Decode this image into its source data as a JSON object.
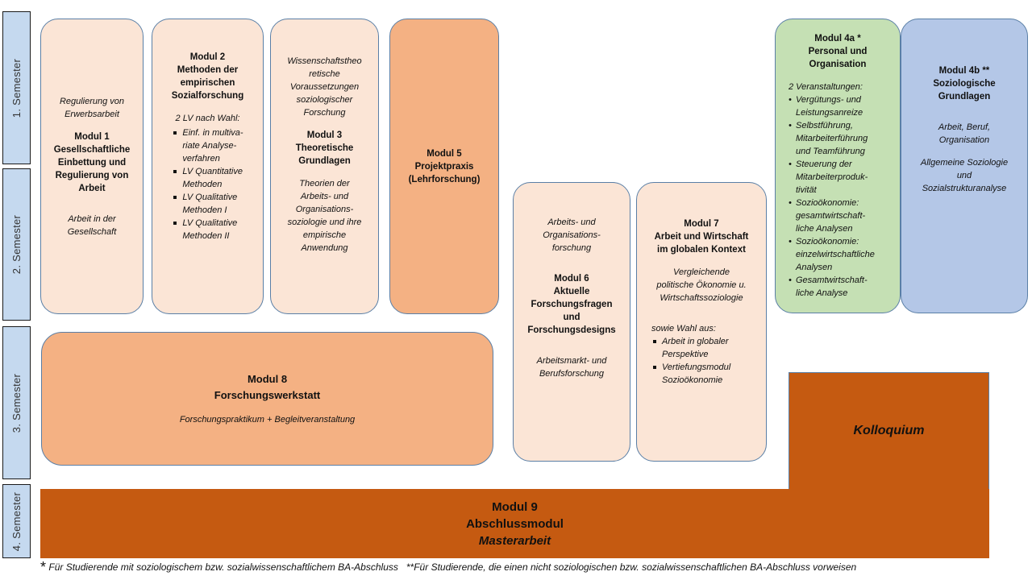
{
  "semesters": [
    {
      "label": "1. Semester"
    },
    {
      "label": "2. Semester"
    },
    {
      "label": "3. Semester"
    },
    {
      "label": "4. Semester"
    }
  ],
  "modul1": {
    "top_text": [
      "Regulierung von",
      "Erwerbsarbeit"
    ],
    "title": [
      "Modul 1",
      "Gesellschaftliche",
      "Einbettung und",
      "Regulierung von",
      "Arbeit"
    ],
    "bottom_text": [
      "Arbeit in der",
      "Gesellschaft"
    ]
  },
  "modul2": {
    "title": [
      "Modul 2",
      "Methoden der",
      "empirischen",
      "Sozialforschung"
    ],
    "choice_label": "2 LV nach Wahl:",
    "items": [
      [
        "Einf. in multiva-",
        "riate Analyse-",
        "verfahren"
      ],
      [
        "LV Quantitative",
        "Methoden"
      ],
      [
        "LV Qualitative",
        "Methoden I"
      ],
      [
        "LV Qualitative",
        "Methoden II"
      ]
    ]
  },
  "modul3": {
    "top_text": [
      "Wissenschaftstheo",
      "retische",
      "Voraussetzungen",
      "soziologischer",
      "Forschung"
    ],
    "title": [
      "Modul 3",
      "Theoretische",
      "Grundlagen"
    ],
    "bottom_text": [
      "Theorien der",
      "Arbeits- und",
      "Organisations-",
      "soziologie und ihre",
      "empirische",
      "Anwendung"
    ]
  },
  "modul5": {
    "title": [
      "Modul 5",
      "Projektpraxis",
      "(Lehrforschung)"
    ]
  },
  "modul6": {
    "top_text": [
      "Arbeits- und",
      "Organisations-",
      "forschung"
    ],
    "title": [
      "Modul 6",
      "Aktuelle",
      "Forschungsfragen",
      "und",
      "Forschungsdesigns"
    ],
    "bottom_text": [
      "Arbeitsmarkt- und",
      "Berufsforschung"
    ]
  },
  "modul7": {
    "title": [
      "Modul 7",
      "Arbeit und Wirtschaft",
      "im globalen Kontext"
    ],
    "sub_text": [
      "Vergleichende",
      "politische Ökonomie u.",
      "Wirtschaftssoziologie"
    ],
    "choice_label": "sowie Wahl aus:",
    "items": [
      [
        "Arbeit in globaler",
        "Perspektive"
      ],
      [
        "Vertiefungsmodul",
        "Sozioökonomie"
      ]
    ]
  },
  "modul4a": {
    "title": [
      "Modul 4a *",
      "Personal und",
      "Organisation"
    ],
    "choice_label": "2 Veranstaltungen:",
    "items": [
      [
        "Vergütungs- und",
        "Leistungsanreize"
      ],
      [
        "Selbstführung,",
        "Mitarbeiterführung",
        "und Teamführung"
      ],
      [
        "Steuerung der",
        "Mitarbeiterproduk-",
        "tivität"
      ],
      [
        "Sozioökonomie:",
        "gesamtwirtschaft-",
        "liche Analysen"
      ],
      [
        "Sozioökonomie:",
        "einzelwirtschaftliche",
        "Analysen"
      ],
      [
        "Gesamtwirtschaft-",
        "liche Analyse"
      ]
    ]
  },
  "modul4b": {
    "title": [
      "Modul 4b **",
      "Soziologische",
      "Grundlagen"
    ],
    "text1": [
      "Arbeit, Beruf,",
      "Organisation"
    ],
    "text2": [
      "Allgemeine Soziologie",
      "und",
      "Sozialstrukturanalyse"
    ]
  },
  "modul8": {
    "title": [
      "Modul 8",
      "Forschungswerkstatt"
    ],
    "sub_text": "Forschungspraktikum + Begleitveranstaltung"
  },
  "kolloquium": {
    "label": "Kolloquium"
  },
  "modul9": {
    "title": [
      "Modul 9",
      "Abschlussmodul"
    ],
    "subtitle": "Masterarbeit"
  },
  "footer": {
    "star": "*",
    "note1": "Für Studierende mit soziologischem bzw. sozialwissenschaftlichem BA-Abschluss",
    "note2": "**Für Studierende, die einen nicht soziologischen bzw. sozialwissenschaftlichen BA-Abschluss vorweisen"
  },
  "colors": {
    "semester_label": "#c5d9ef",
    "module_light": "#fbe5d6",
    "module_mid": "#f4b183",
    "module_green": "#c5e0b4",
    "module_blue": "#b4c7e7",
    "module_dark": "#c55a11"
  }
}
